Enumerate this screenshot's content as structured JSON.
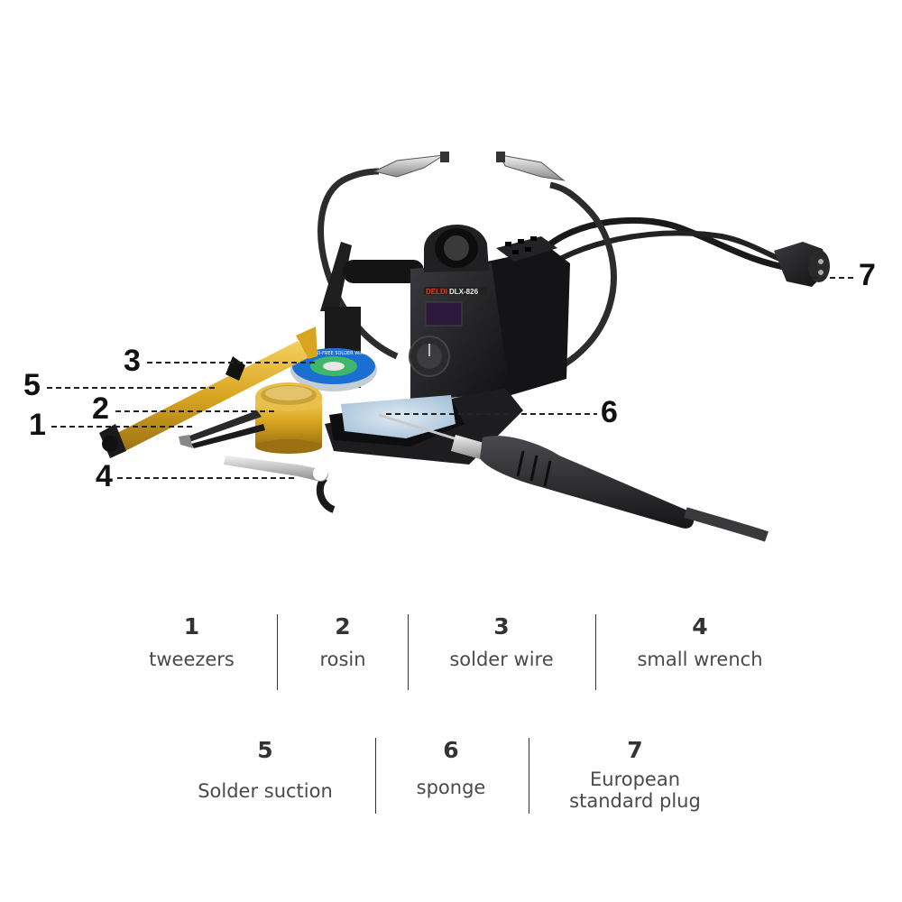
{
  "station": {
    "brand": "DELDI",
    "model": "DLX-826"
  },
  "spool_label": "LEAD-FREE SOLDER WIRE",
  "callouts": [
    "1",
    "2",
    "3",
    "4",
    "5",
    "6",
    "7"
  ],
  "legend": [
    {
      "num": "1",
      "label": "tweezers"
    },
    {
      "num": "2",
      "label": "rosin"
    },
    {
      "num": "3",
      "label": "solder wire"
    },
    {
      "num": "4",
      "label": "small wrench"
    },
    {
      "num": "5",
      "label": "Solder suction"
    },
    {
      "num": "6",
      "label": "sponge"
    },
    {
      "num": "7",
      "label": "European standard plug"
    }
  ],
  "colors": {
    "station": "#1c1c1e",
    "gold": "#d9a520",
    "spool": "#1a6fd0",
    "sponge": "#bcd3e6"
  }
}
